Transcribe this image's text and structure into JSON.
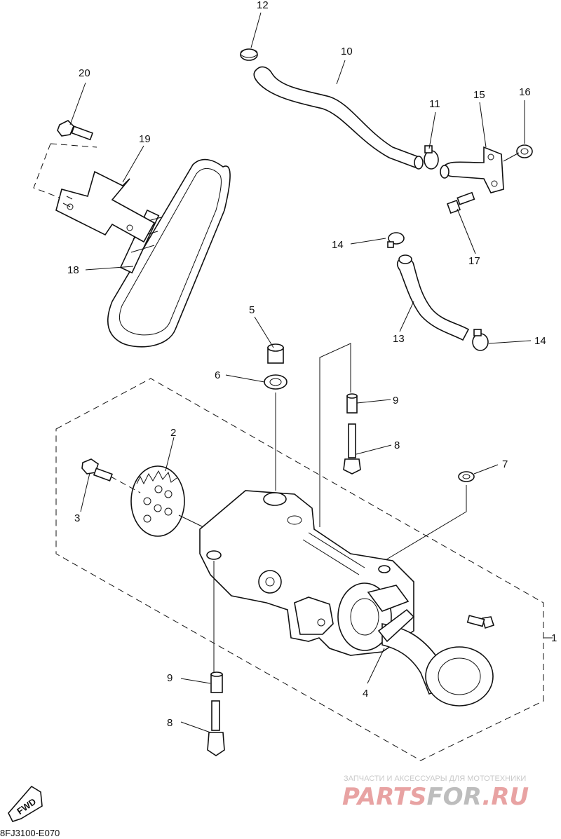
{
  "diagram": {
    "reference_code": "8FJ3100-E070",
    "fwd_label": "FWD",
    "callouts": [
      {
        "id": "c1",
        "label": "1"
      },
      {
        "id": "c2",
        "label": "2"
      },
      {
        "id": "c3",
        "label": "3"
      },
      {
        "id": "c4",
        "label": "4"
      },
      {
        "id": "c5",
        "label": "5"
      },
      {
        "id": "c6",
        "label": "6"
      },
      {
        "id": "c7",
        "label": "7"
      },
      {
        "id": "c8a",
        "label": "8"
      },
      {
        "id": "c8b",
        "label": "8"
      },
      {
        "id": "c9a",
        "label": "9"
      },
      {
        "id": "c9b",
        "label": "9"
      },
      {
        "id": "c10",
        "label": "10"
      },
      {
        "id": "c11",
        "label": "11"
      },
      {
        "id": "c12",
        "label": "12"
      },
      {
        "id": "c13",
        "label": "13"
      },
      {
        "id": "c14a",
        "label": "14"
      },
      {
        "id": "c14b",
        "label": "14"
      },
      {
        "id": "c15",
        "label": "15"
      },
      {
        "id": "c16",
        "label": "16"
      },
      {
        "id": "c17",
        "label": "17"
      },
      {
        "id": "c18",
        "label": "18"
      },
      {
        "id": "c19",
        "label": "19"
      },
      {
        "id": "c20",
        "label": "20"
      }
    ]
  },
  "watermark": {
    "tagline": "ЗАПЧАСТИ И АКСЕССУАРЫ ДЛЯ МОТОТЕХНИКИ",
    "logo_part1": "PARTS",
    "logo_part2": "FOR",
    "logo_part3": ".RU",
    "color_primary": "#e8a3a3",
    "color_secondary": "#bdbdbd"
  }
}
